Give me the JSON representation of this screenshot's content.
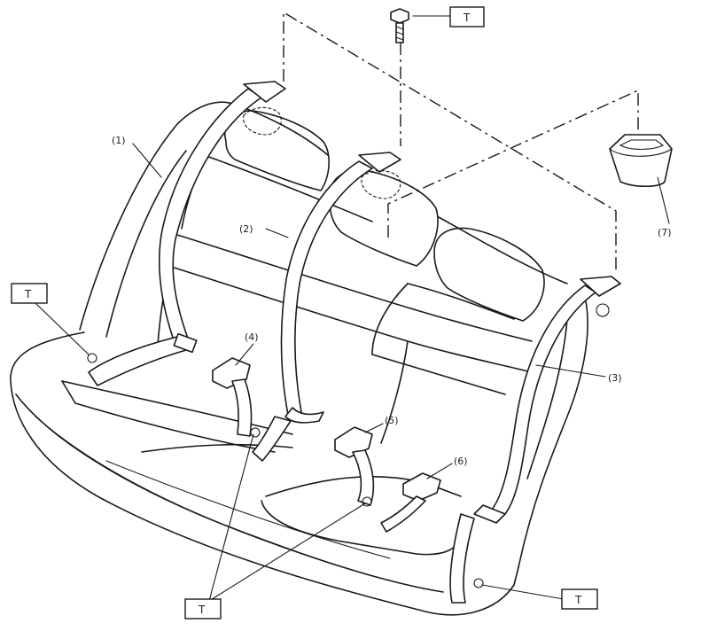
{
  "callouts": {
    "c1": "(1)",
    "c2": "(2)",
    "c3": "(3)",
    "c4": "(4)",
    "c5": "(5)",
    "c6": "(6)",
    "c7": "(7)"
  },
  "torque_marks": {
    "top": "T",
    "left": "T",
    "bottom_center": "T",
    "bottom_right": "T"
  }
}
